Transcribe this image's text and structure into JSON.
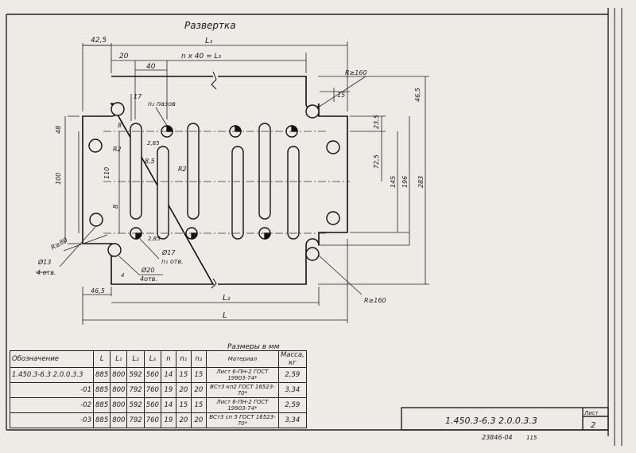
{
  "drawing": {
    "title": "Развертка",
    "dim_labels": {
      "d42_5": "42,5",
      "L1": "L₁",
      "d20": "20",
      "nx40": "n x 40 = L₃",
      "d40": "40",
      "R160_top": "R≥160",
      "d15": "15",
      "d46_5_top": "46,5",
      "d17": "17",
      "n2_pazov": "n₂ пазов",
      "d48": "48",
      "d8_top": "8",
      "R2_a": "R2",
      "d8_5": "8,5",
      "d2_85": "2,85",
      "R2_b": "R2",
      "d100": "100",
      "d110": "110",
      "d8_bot": "8",
      "d23_5": "23,5",
      "d72_5": "72,5",
      "d145": "145",
      "d196": "196",
      "d283": "283",
      "R80": "R≥80",
      "d13": "Ø13",
      "holes4_a": "4 отв.",
      "d4": "4",
      "d17_n1": "Ø17",
      "n1_otv": "n₁ отв.",
      "d20_4": "Ø20",
      "holes4_b": "4отв.",
      "d2_85b": "2,85",
      "d46_5_bot": "46,5",
      "L2": "L₂",
      "L": "L",
      "R160_bot": "R≥160"
    }
  },
  "table": {
    "caption": "Размеры в мм",
    "headers": [
      "Обозначение",
      "L",
      "L₁",
      "L₂",
      "L₃",
      "n",
      "n₁",
      "n₂",
      "Материал",
      "Масса, кг"
    ],
    "rows": [
      {
        "designation": "1.450.3-6.3 2.0.0.3.3",
        "L": "885",
        "L1": "800",
        "L2": "592",
        "L3": "560",
        "n": "14",
        "n1": "15",
        "n2": "15",
        "material": "Лист 6-ПН-2 ГОСТ 19903-74*",
        "mass": "2,59"
      },
      {
        "designation": "-01",
        "L": "885",
        "L1": "800",
        "L2": "792",
        "L3": "760",
        "n": "19",
        "n1": "20",
        "n2": "20",
        "material": "ВСт3 кп2 ГОСТ 16523-70*",
        "mass": "3,34"
      },
      {
        "designation": "-02",
        "L": "885",
        "L1": "800",
        "L2": "592",
        "L3": "560",
        "n": "14",
        "n1": "15",
        "n2": "15",
        "material": "Лист 6-ПН-2 ГОСТ 19903-74*",
        "mass": "2,59"
      },
      {
        "designation": "-03",
        "L": "885",
        "L1": "800",
        "L2": "792",
        "L3": "760",
        "n": "19",
        "n1": "20",
        "n2": "20",
        "material": "ВСт3 сп 5 ГОСТ 16523-70*",
        "mass": "3,34"
      }
    ]
  },
  "title_block": {
    "code": "1.450.3-6.3 2.0.0.3.3",
    "sheet_label": "Лист",
    "sheet_number": "2",
    "footer_number": "23846-04",
    "footer_page": "115"
  }
}
